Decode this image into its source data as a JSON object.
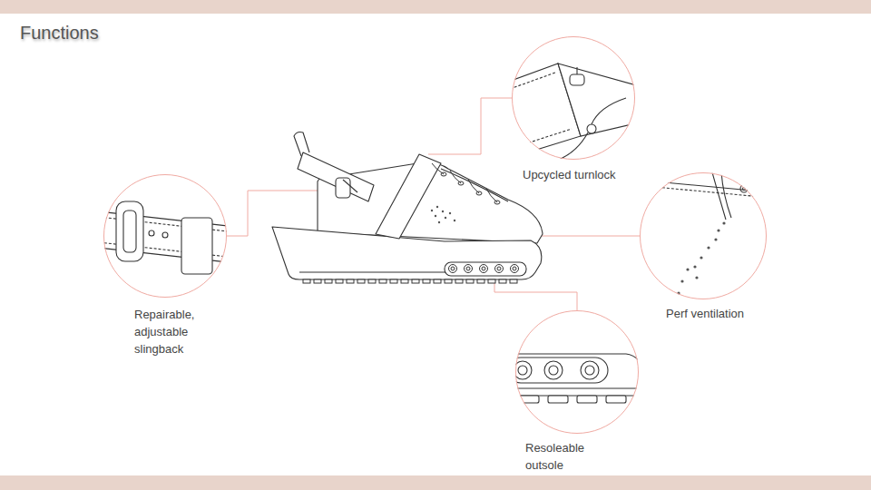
{
  "diagram": {
    "title": "Functions",
    "nodes": [
      {
        "text": [
          "Upcycled turnlock"
        ]
      },
      {
        "text": [
          "Repairable, adjustable slingback"
        ]
      },
      {
        "text": [
          "Perf ventilation"
        ]
      },
      {
        "text": [
          "Resoleable outsole"
        ]
      }
    ]
  }
}
